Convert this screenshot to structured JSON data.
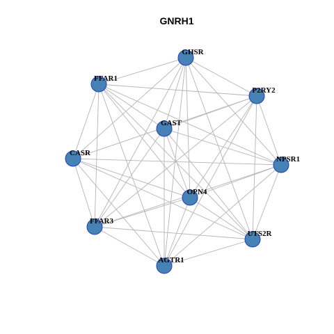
{
  "title": "GNRH1",
  "colors": {
    "node_fill": "#4682b4",
    "node_stroke": "#1f3fbf",
    "edge": "#b4b4b4",
    "label": "#000000"
  },
  "nodes": [
    {
      "id": "GHSR",
      "label": "GHSR"
    },
    {
      "id": "FFAR1",
      "label": "FFAR1"
    },
    {
      "id": "P2RY2",
      "label": "P2RY2"
    },
    {
      "id": "GAST",
      "label": "GAST"
    },
    {
      "id": "CASR",
      "label": "CASR"
    },
    {
      "id": "NPSR1",
      "label": "NPSR1"
    },
    {
      "id": "OPN4",
      "label": "OPN4"
    },
    {
      "id": "FFAR3",
      "label": "FFAR3"
    },
    {
      "id": "UTS2R",
      "label": "UTS2R"
    },
    {
      "id": "AGTR1",
      "label": "AGTR1"
    }
  ],
  "edges": [
    [
      "GHSR",
      "FFAR1"
    ],
    [
      "GHSR",
      "P2RY2"
    ],
    [
      "GHSR",
      "CASR"
    ],
    [
      "GHSR",
      "NPSR1"
    ],
    [
      "GHSR",
      "OPN4"
    ],
    [
      "GHSR",
      "FFAR3"
    ],
    [
      "GHSR",
      "UTS2R"
    ],
    [
      "GHSR",
      "AGTR1"
    ],
    [
      "GHSR",
      "GAST"
    ],
    [
      "FFAR1",
      "P2RY2"
    ],
    [
      "FFAR1",
      "NPSR1"
    ],
    [
      "FFAR1",
      "OPN4"
    ],
    [
      "FFAR1",
      "FFAR3"
    ],
    [
      "FFAR1",
      "UTS2R"
    ],
    [
      "FFAR1",
      "AGTR1"
    ],
    [
      "FFAR1",
      "CASR"
    ],
    [
      "FFAR1",
      "GAST"
    ],
    [
      "P2RY2",
      "CASR"
    ],
    [
      "P2RY2",
      "GAST"
    ],
    [
      "P2RY2",
      "OPN4"
    ],
    [
      "P2RY2",
      "FFAR3"
    ],
    [
      "P2RY2",
      "UTS2R"
    ],
    [
      "P2RY2",
      "AGTR1"
    ],
    [
      "P2RY2",
      "NPSR1"
    ],
    [
      "GAST",
      "NPSR1"
    ],
    [
      "GAST",
      "OPN4"
    ],
    [
      "GAST",
      "FFAR3"
    ],
    [
      "GAST",
      "AGTR1"
    ],
    [
      "GAST",
      "UTS2R"
    ],
    [
      "CASR",
      "NPSR1"
    ],
    [
      "CASR",
      "OPN4"
    ],
    [
      "CASR",
      "FFAR3"
    ],
    [
      "CASR",
      "UTS2R"
    ],
    [
      "CASR",
      "AGTR1"
    ],
    [
      "NPSR1",
      "OPN4"
    ],
    [
      "NPSR1",
      "FFAR3"
    ],
    [
      "NPSR1",
      "UTS2R"
    ],
    [
      "NPSR1",
      "AGTR1"
    ],
    [
      "OPN4",
      "FFAR3"
    ],
    [
      "OPN4",
      "UTS2R"
    ],
    [
      "OPN4",
      "AGTR1"
    ],
    [
      "FFAR3",
      "UTS2R"
    ],
    [
      "FFAR3",
      "AGTR1"
    ],
    [
      "UTS2R",
      "AGTR1"
    ]
  ]
}
